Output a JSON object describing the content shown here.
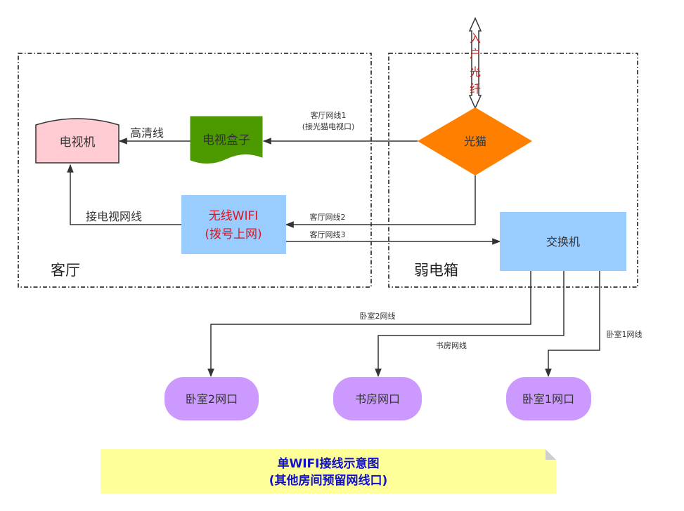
{
  "zones": {
    "living_room": "客厅",
    "weak_box": "弱电箱"
  },
  "nodes": {
    "tv": "电视机",
    "tv_box": "电视盒子",
    "router_line1": "无线WIFI",
    "router_line2": "(拨号上网)",
    "modem": "光猫",
    "switch": "交换机",
    "bedroom2_port": "卧室2网口",
    "study_port": "书房网口",
    "bedroom1_port": "卧室1网口"
  },
  "fiber": {
    "chars": [
      "入",
      "户",
      "光",
      "纤"
    ]
  },
  "edges": {
    "hdmi": "高清线",
    "living_cable1_line1": "客厅网线1",
    "living_cable1_line2": "(接光猫电视口)",
    "tv_cable": "接电视网线",
    "living_cable2": "客厅网线2",
    "living_cable3": "客厅网线3",
    "bedroom2_cable": "卧室2网线",
    "study_cable": "书房网线",
    "bedroom1_cable": "卧室1网线"
  },
  "note": {
    "line1": "单WIFI接线示意图",
    "line2": "(其他房间预留网线口)"
  },
  "colors": {
    "tv_fill": "#ffccd4",
    "tv_box_fill": "#4d9900",
    "router_fill": "#99ccff",
    "modem_fill": "#ff8000",
    "switch_fill": "#99ccff",
    "port_fill": "#cc99ff",
    "note_fill": "#ffff99",
    "router_text": "#e0141e",
    "note_text": "#1010c8"
  }
}
